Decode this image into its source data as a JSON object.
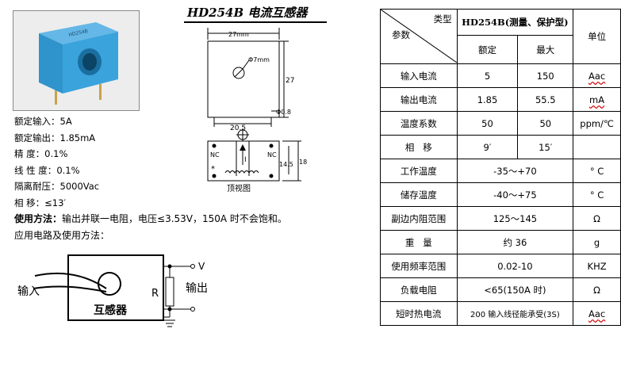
{
  "title": "HD254B 电流互感器",
  "specs": [
    {
      "label": "额定输入：",
      "value": "5A"
    },
    {
      "label": "额定输出：",
      "value": "1.85mA"
    },
    {
      "label": "精  度：",
      "value": "0.1%"
    },
    {
      "label": "线 性 度：",
      "value": "0.1%"
    },
    {
      "label": "隔离耐压：",
      "value": "5000Vac"
    },
    {
      "label": "相  移：",
      "value": "≤13′"
    }
  ],
  "method": {
    "label": "使用方法：",
    "text": "输出并联一电阻，电压≤3.53V，150A 时不会饱和。",
    "circuit_title": "应用电路及使用方法："
  },
  "drawing": {
    "width_dim": "27mm",
    "hole_dim": "Φ7mm",
    "height_dim": "27",
    "pin_dia": "Φ0.8",
    "pin_pitch": "20.5",
    "pin_label_left": "NC",
    "pin_label_right": "NC",
    "polarity_mark": "*",
    "current_mark": "I",
    "pitch_inner": "14.5",
    "pitch_outer": "18",
    "top_view_label": "顶视图"
  },
  "circuit": {
    "input_label": "输入",
    "device_label": "互感器",
    "resistor_label": "R",
    "output_label": "输出",
    "voltage_label": "V"
  },
  "table": {
    "header": {
      "type_label": "类型",
      "param_label": "参数",
      "model": "HD254B(测量、保护型)",
      "rated": "额定",
      "max": "最大",
      "unit": "单位"
    },
    "rows": [
      {
        "param": "输入电流",
        "rated": "5",
        "max": "150",
        "unit": "Aac",
        "wavy": true
      },
      {
        "param": "输出电流",
        "rated": "1.85",
        "max": "55.5",
        "unit": "mA",
        "wavy": true
      },
      {
        "param": "温度系数",
        "rated": "50",
        "max": "50",
        "unit": "ppm/℃",
        "wavy": false
      },
      {
        "param": "相   移",
        "rated": "9′",
        "max": "15′",
        "unit": "",
        "wavy": false
      },
      {
        "param": "工作温度",
        "span": "-35～+70",
        "unit": "° C",
        "wavy": false
      },
      {
        "param": "储存温度",
        "span": "-40～+75",
        "unit": "° C",
        "wavy": false
      },
      {
        "param": "副边内阻范围",
        "span": "125～145",
        "unit": "Ω",
        "wavy": false
      },
      {
        "param": "重   量",
        "span": "约 36",
        "unit": "g",
        "wavy": false
      },
      {
        "param": "使用频率范围",
        "span": "0.02-10",
        "unit": "KHZ",
        "wavy": false
      },
      {
        "param": "负载电阻",
        "span": "<65(150A 时)",
        "unit": "Ω",
        "wavy": false
      },
      {
        "param": "短时热电流",
        "span": "200 输入线径能承受(3S)",
        "unit": "Aac",
        "wavy": true
      }
    ]
  }
}
